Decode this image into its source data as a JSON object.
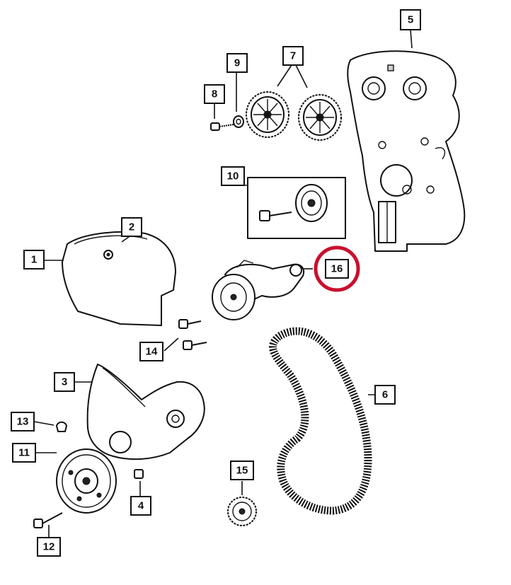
{
  "highlight_color": "#c8102e",
  "highlighted_callout": "16",
  "callouts": {
    "c1": "1",
    "c2": "2",
    "c3": "3",
    "c4": "4",
    "c5": "5",
    "c6": "6",
    "c7": "7",
    "c8": "8",
    "c9": "9",
    "c10": "10",
    "c11": "11",
    "c12": "12",
    "c13": "13",
    "c14": "14",
    "c15": "15",
    "c16": "16"
  }
}
